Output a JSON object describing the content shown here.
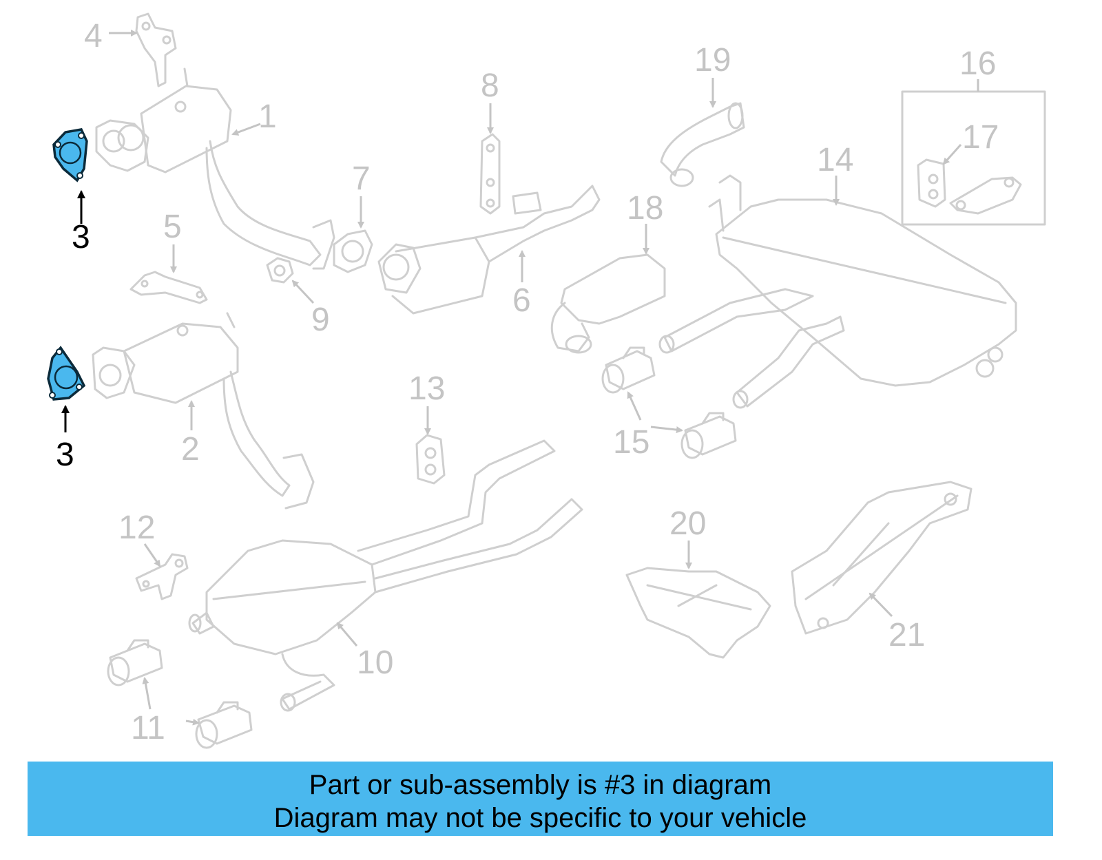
{
  "callouts": {
    "c1": "1",
    "c2": "2",
    "c3a": "3",
    "c3b": "3",
    "c4": "4",
    "c5": "5",
    "c6": "6",
    "c7": "7",
    "c8": "8",
    "c9": "9",
    "c10": "10",
    "c11": "11",
    "c12": "12",
    "c13": "13",
    "c14": "14",
    "c15": "15",
    "c16": "16",
    "c17": "17",
    "c18": "18",
    "c19": "19",
    "c20": "20",
    "c21": "21"
  },
  "highlight": {
    "part_number": "3",
    "color": "#4ab8ee"
  },
  "banner": {
    "line1": "Part or sub-assembly is #3 in diagram",
    "line2": "Diagram may not be specific to your vehicle"
  }
}
